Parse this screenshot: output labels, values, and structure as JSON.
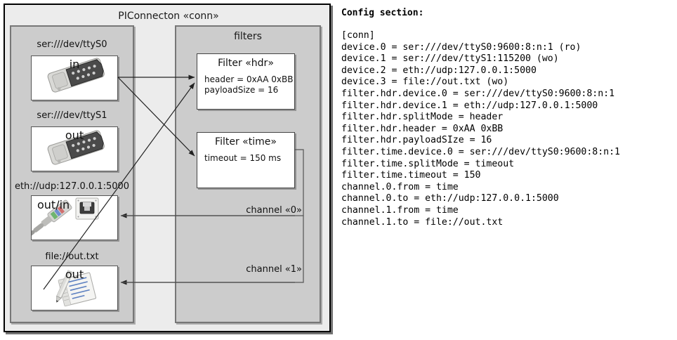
{
  "diagram": {
    "outer": {
      "title": "PIConnecton «conn»"
    },
    "devices_panel": {
      "title": "",
      "devices": [
        {
          "label": "ser:///dev/ttyS0",
          "direction": "in",
          "icon": "serial-port-icon"
        },
        {
          "label": "ser:///dev/ttyS1",
          "direction": "out",
          "icon": "serial-port-icon"
        },
        {
          "label": "eth://udp:127.0.0.1:5000",
          "direction": "out/in",
          "icon": "ethernet-jack-icon"
        },
        {
          "label": "file://out.txt",
          "direction": "out",
          "icon": "notepad-pencil-icon"
        }
      ]
    },
    "filters_panel": {
      "title": "filters",
      "filters": [
        {
          "title": "Filter «hdr»",
          "props": [
            "header = 0xAA 0xBB",
            "payloadSize = 16"
          ]
        },
        {
          "title": "Filter «time»",
          "props": [
            "timeout = 150 ms"
          ]
        }
      ],
      "channels": [
        {
          "label": "channel «0»"
        },
        {
          "label": "channel «1»"
        }
      ]
    }
  },
  "config": {
    "title": "Config section:",
    "lines": [
      "[conn]",
      "device.0 = ser:///dev/ttyS0:9600:8:n:1 (ro)",
      "device.1 = ser:///dev/ttyS1:115200 (wo)",
      "device.2 = eth://udp:127.0.0.1:5000",
      "device.3 = file://out.txt (wo)",
      "filter.hdr.device.0 = ser:///dev/ttyS0:9600:8:n:1",
      "filter.hdr.device.1 = eth://udp:127.0.0.1:5000",
      "filter.hdr.splitMode = header",
      "filter.hdr.header = 0xAA 0xBB",
      "filter.hdr.payloadSIze = 16",
      "filter.time.device.0 = ser:///dev/ttyS0:9600:8:n:1",
      "filter.time.splitMode = timeout",
      "filter.time.timeout = 150",
      "channel.0.from = time",
      "channel.0.to = eth://udp:127.0.0.1:5000",
      "channel.1.from = time",
      "channel.1.to = file://out.txt"
    ]
  },
  "colors": {
    "outer_fill": "#ececec",
    "panel_fill": "#cccccc",
    "box_fill": "#ffffff",
    "line": "#222222"
  }
}
